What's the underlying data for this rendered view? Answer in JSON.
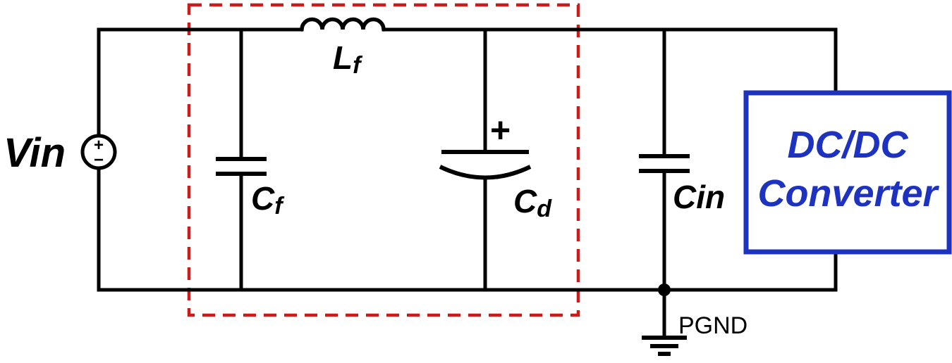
{
  "diagram": {
    "labels": {
      "vin": "Vin",
      "source_plus": "+",
      "source_minus": "−",
      "lf_main": "L",
      "lf_sub": "f",
      "cf_main": "C",
      "cf_sub": "f",
      "cd_main": "C",
      "cd_sub": "d",
      "cd_polarity": "+",
      "cin": "Cin",
      "pgnd": "PGND",
      "converter_line1": "DC/DC",
      "converter_line2": "Converter"
    },
    "colors": {
      "wire": "#000000",
      "filter_boundary_red": "#cf1a1a",
      "converter_blue": "#1e32c0",
      "background": "#ffffff"
    }
  }
}
